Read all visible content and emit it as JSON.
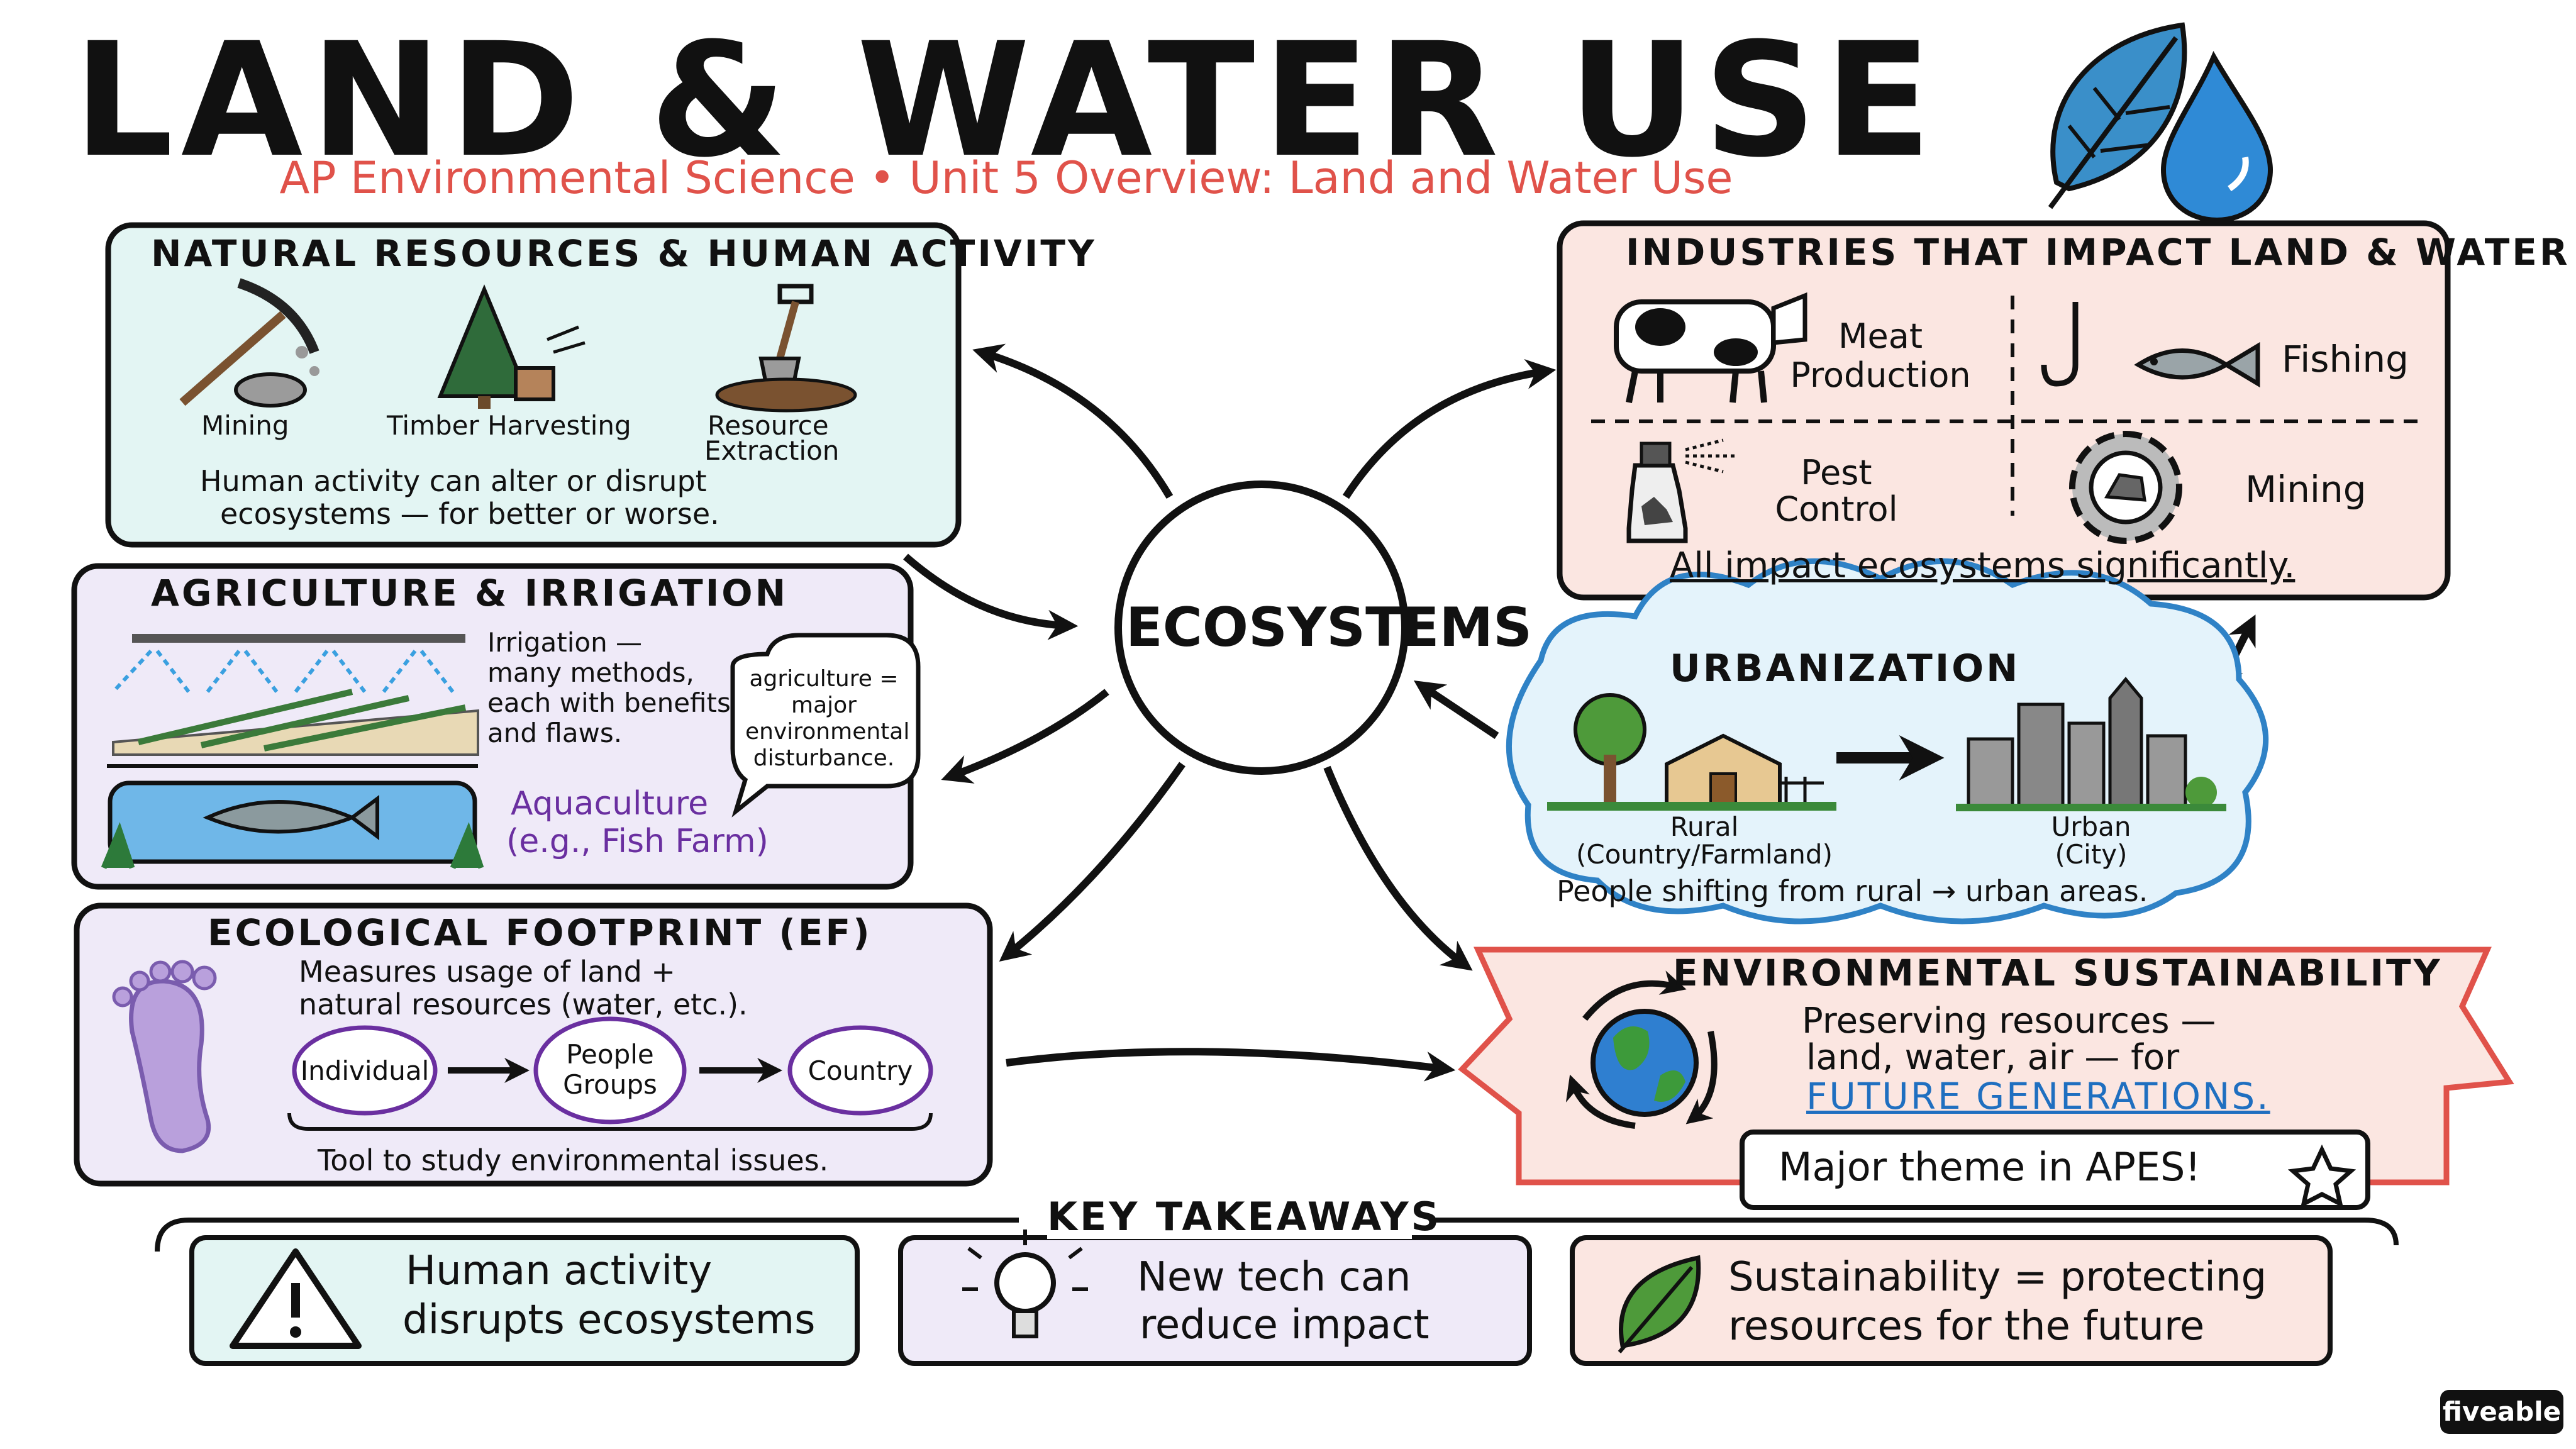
{
  "title": "LAND & WATER USE",
  "subtitle": "AP Environmental Science • Unit 5 Overview: Land and Water Use",
  "center": "ECOSYSTEMS",
  "natural_resources": {
    "heading": "NATURAL RESOURCES & HUMAN ACTIVITY",
    "items": [
      "Mining",
      "Timber Harvesting",
      "Resource",
      "Extraction"
    ],
    "note_line1": "Human activity can alter or disrupt",
    "note_line2": "ecosystems — for better or worse."
  },
  "agriculture": {
    "heading": "AGRICULTURE & IRRIGATION",
    "irrigation": [
      "Irrigation —",
      "many methods,",
      "each with benefits",
      "and flaws."
    ],
    "bubble": [
      "agriculture =",
      "major",
      "environmental",
      "disturbance."
    ],
    "aquaculture_line1": "Aquaculture",
    "aquaculture_line2": "(e.g., Fish Farm)"
  },
  "footprint": {
    "heading": "ECOLOGICAL FOOTPRINT (EF)",
    "line1": "Measures usage of land +",
    "line2": "natural resources (water, etc.).",
    "scale": [
      "Individual",
      "People",
      "Groups",
      "Country"
    ],
    "note": "Tool to study environmental issues."
  },
  "industries": {
    "heading": "INDUSTRIES THAT IMPACT LAND & WATER",
    "items": [
      "Meat",
      "Production",
      "Fishing",
      "Pest",
      "Control",
      "Mining"
    ],
    "note": "All impact ecosystems significantly."
  },
  "urbanization": {
    "heading": "URBANIZATION",
    "rural": [
      "Rural",
      "(Country/Farmland)"
    ],
    "urban": [
      "Urban",
      "(City)"
    ],
    "note": "People shifting from rural → urban areas."
  },
  "sustainability": {
    "heading": "ENVIRONMENTAL SUSTAINABILITY",
    "line1": "Preserving resources —",
    "line2": "land, water, air — for",
    "line3": "FUTURE GENERATIONS.",
    "theme": "Major theme in APES!"
  },
  "takeaways": {
    "heading": "KEY TAKEAWAYS",
    "card1": [
      "Human activity",
      "disrupts ecosystems"
    ],
    "card2": [
      "New tech can",
      "reduce impact"
    ],
    "card3": [
      "Sustainability = protecting",
      "resources for the future"
    ]
  },
  "brand": "fiveable",
  "colors": {
    "mint": "#e3f5f3",
    "lavender": "#efeaf8",
    "peach": "#fbe6e1",
    "sky": "#e4f3fb",
    "accent_red": "#e0524a",
    "accent_blue": "#1f6fc0",
    "accent_purple": "#6a2fa0"
  }
}
